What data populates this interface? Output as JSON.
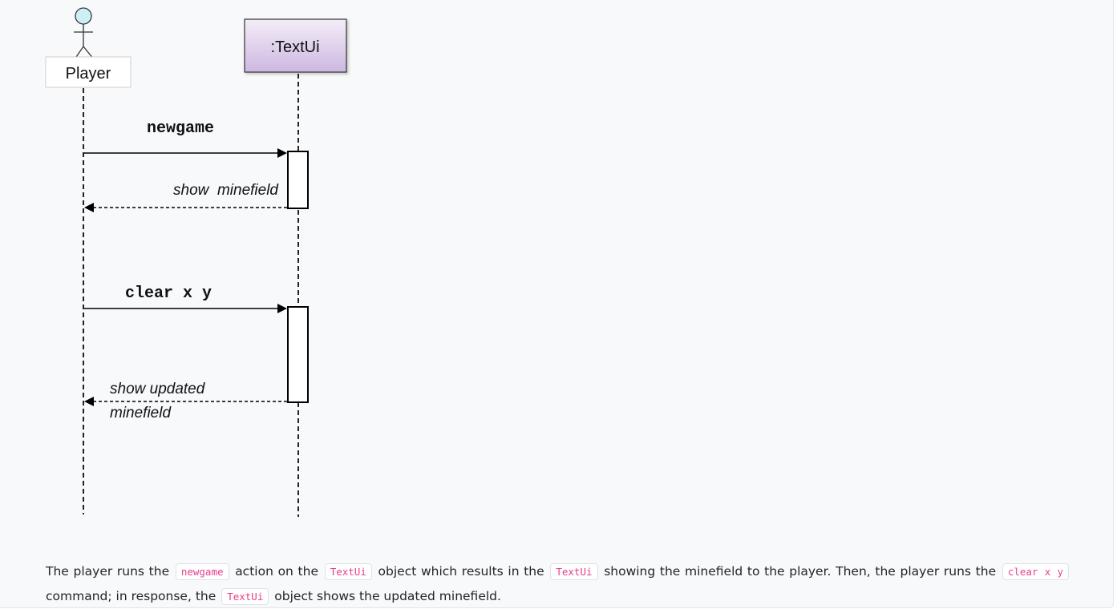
{
  "diagram": {
    "actor": {
      "label": "Player"
    },
    "object": {
      "label": ":TextUi"
    },
    "messages": [
      {
        "label": "newgame",
        "kind": "call"
      },
      {
        "label": "show  minefield",
        "kind": "return"
      },
      {
        "label": "clear x y",
        "kind": "call"
      },
      {
        "label": "show updated",
        "label2": "minefield",
        "kind": "return"
      }
    ],
    "colors": {
      "object_fill_top": "#f3edf8",
      "object_fill_bottom": "#cdb7e0",
      "actor_head": "#cfeff8",
      "line": "#000000"
    }
  },
  "caption": {
    "s1": "The player runs the",
    "c1": "newgame",
    "s2": "action on the",
    "c2": "TextUi",
    "s3": "object which results in the",
    "c3": "TextUi",
    "s4": "showing the minefield to the player. Then, the player runs the",
    "c4": "clear x y",
    "s5": "command; in response, the",
    "c5": "TextUi",
    "s6": "object shows the updated minefield."
  }
}
